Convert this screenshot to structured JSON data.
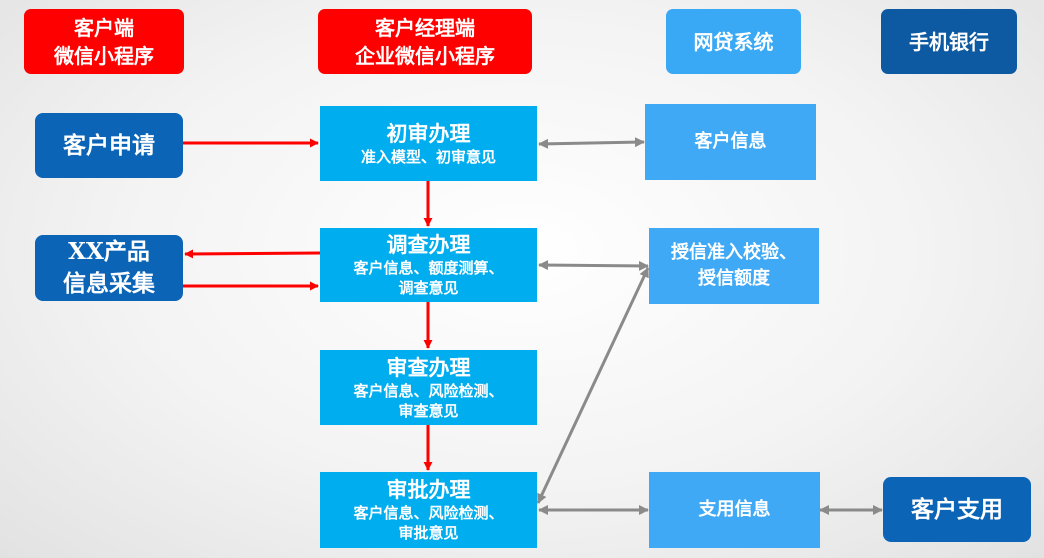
{
  "headers": {
    "customer_app": {
      "line1": "客户端",
      "line2": "微信小程序"
    },
    "manager_app": {
      "line1": "客户经理端",
      "line2": "企业微信小程序"
    },
    "loan_system": "网贷系统",
    "mobile_bank": "手机银行"
  },
  "actors": {
    "customer_apply": "客户申请",
    "xx_product": {
      "line1": "XX产品",
      "line2": "信息采集"
    },
    "customer_withdraw": "客户支用"
  },
  "steps": {
    "initial": {
      "title": "初审办理",
      "line1": "准入模型、初审意见"
    },
    "survey": {
      "title": "调查办理",
      "line1": "客户信息、额度测算、",
      "line2": "调查意见"
    },
    "review": {
      "title": "审查办理",
      "line1": "客户信息、风险检测、",
      "line2": "审查意见"
    },
    "approval": {
      "title": "审批办理",
      "line1": "客户信息、风险检测、",
      "line2": "审批意见"
    }
  },
  "systems": {
    "customer_info": "客户信息",
    "credit_check": {
      "line1": "授信准入校验、",
      "line2": "授信额度"
    },
    "withdraw_info": "支用信息"
  },
  "colors": {
    "red_header": "#ff0000",
    "light_blue_header": "#39a9f5",
    "dark_blue": "#0b64b6",
    "process_blue": "#00adee",
    "system_blue": "#3fa9f5",
    "red_arrow": "#ff0000",
    "gray_arrow": "#888888"
  }
}
